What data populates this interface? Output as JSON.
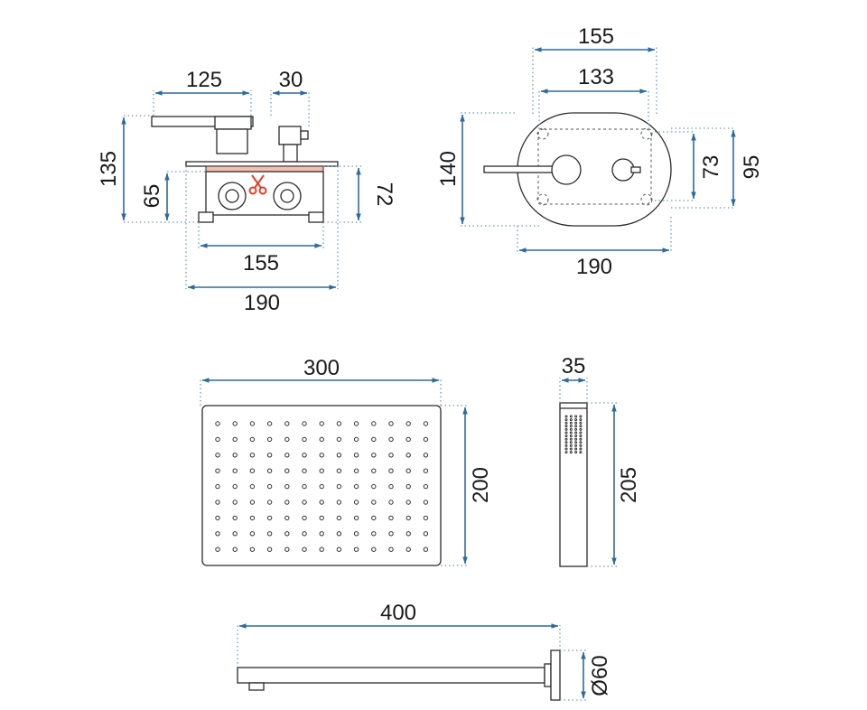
{
  "dimensions": {
    "valve_side": {
      "lever_length": "125",
      "knob_width": "30",
      "total_height": "135",
      "body_height": "65",
      "box_height": "72",
      "box_width": "155",
      "plate_width": "190"
    },
    "valve_front": {
      "top_width": "155",
      "inner_width": "133",
      "plate_height": "140",
      "inner_height": "73",
      "outer_height": "95",
      "plate_width": "190"
    },
    "rain_shower": {
      "width": "300",
      "height": "200"
    },
    "hand_shower": {
      "width": "35",
      "length": "205"
    },
    "shower_arm": {
      "length": "400",
      "flange_diameter": "Ø60"
    }
  },
  "colors": {
    "dimension_line": "#2e6a9c",
    "extension_line": "#6a9cc0",
    "cut_marker": "#e0402a",
    "cut_band": "#f2c0b0"
  }
}
